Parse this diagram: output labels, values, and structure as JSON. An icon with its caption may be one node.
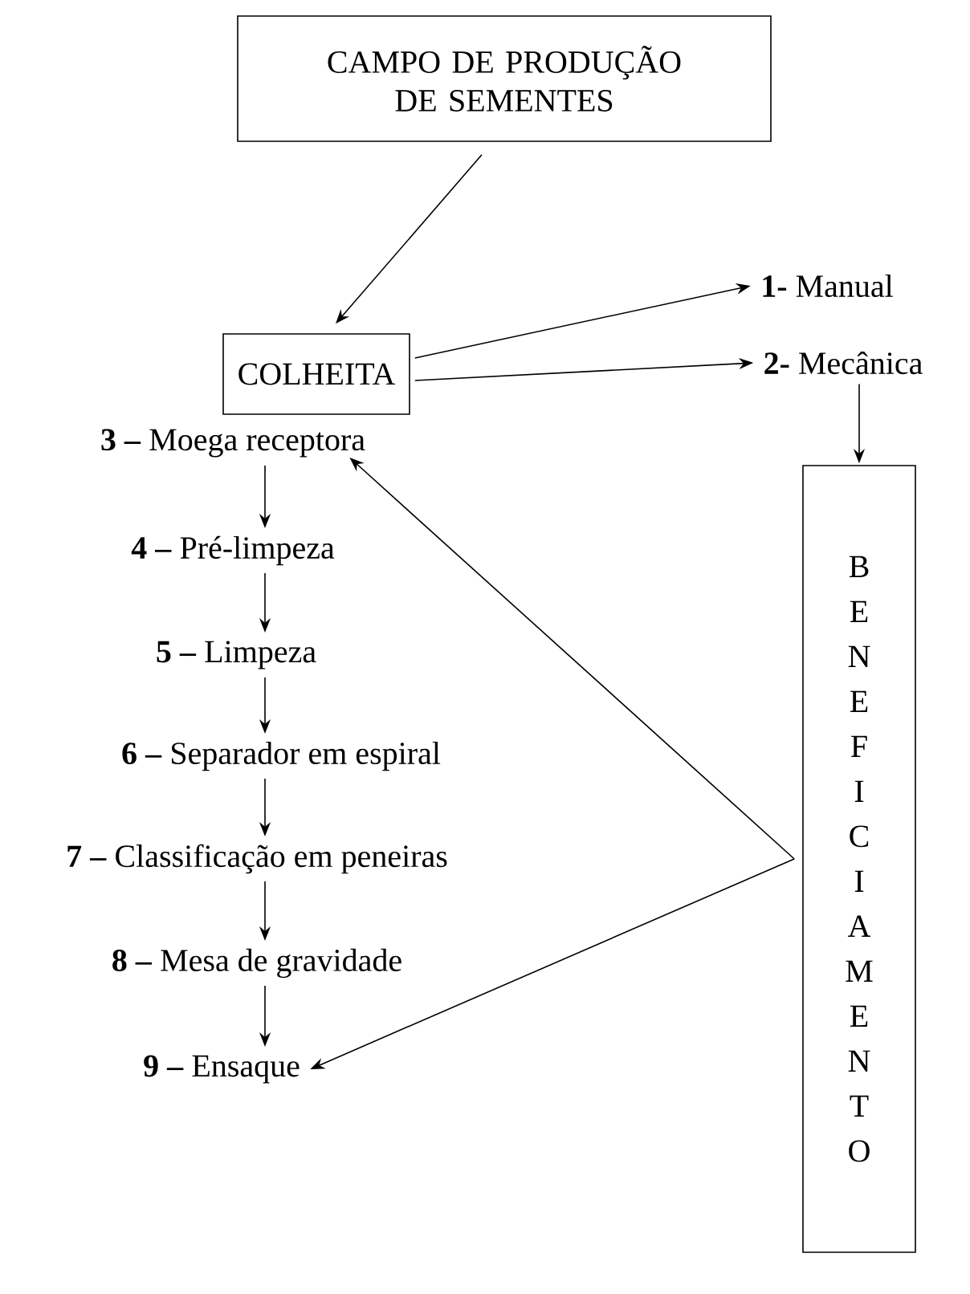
{
  "diagram": {
    "nodes": [
      {
        "text": [
          "CAMPO DE PRODUÇÃO DE SEMENTES"
        ]
      },
      {
        "text": [
          "COLHEITA"
        ]
      },
      {
        "text": [
          "**1-** Manual"
        ]
      },
      {
        "text": [
          "**2-** Mecânica"
        ]
      },
      {
        "text": [
          "BENEFICIAMENTO"
        ]
      },
      {
        "text": [
          "**3 –** Moega receptora"
        ]
      },
      {
        "text": [
          "**4 –** Pré-limpeza"
        ]
      },
      {
        "text": [
          "**5 –** Limpeza"
        ]
      },
      {
        "text": [
          "**6 –** Separador em espiral"
        ]
      },
      {
        "text": [
          "**7 –** Classificação em peneiras"
        ]
      },
      {
        "text": [
          "**8 –** Mesa de gravidade"
        ]
      },
      {
        "text": [
          "**9 –** Ensaque"
        ]
      }
    ],
    "edges": [
      {
        "from": 0,
        "to": 1,
        "arrow": "to"
      },
      {
        "from": 1,
        "to": 2,
        "arrow": "to"
      },
      {
        "from": 1,
        "to": 3,
        "arrow": "to"
      },
      {
        "from": 3,
        "to": 4,
        "arrow": "to"
      },
      {
        "from": 4,
        "to": 5,
        "arrow": "to"
      },
      {
        "from": 4,
        "to": 11,
        "arrow": "to"
      },
      {
        "from": 5,
        "to": 6,
        "arrow": "to"
      },
      {
        "from": 6,
        "to": 7,
        "arrow": "to"
      },
      {
        "from": 7,
        "to": 8,
        "arrow": "to"
      },
      {
        "from": 8,
        "to": 9,
        "arrow": "to"
      },
      {
        "from": 9,
        "to": 10,
        "arrow": "to"
      },
      {
        "from": 10,
        "to": 11,
        "arrow": "to"
      }
    ]
  }
}
